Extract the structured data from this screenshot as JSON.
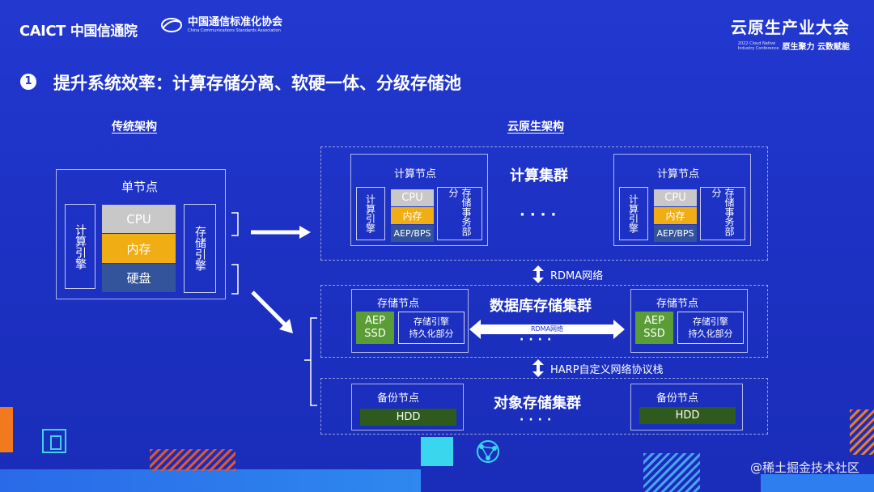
{
  "header": {
    "caict_logo": "CAICT",
    "caict_name": "中国信通院",
    "ccsa_name": "中国通信标准化协会",
    "ccsa_english": "China Communications Standards Association",
    "conf_title": "云原生产业大会",
    "conf_english_line1": "2022 Cloud Native",
    "conf_english_line2": "Industry Conference",
    "conf_slogan": "原生聚力 云数赋能"
  },
  "slide": {
    "number": "1",
    "title": "提升系统效率：计算存储分离、软硬一体、分级存储池"
  },
  "traditional": {
    "heading": "传统架构",
    "node_label": "单节点",
    "compute_engine": "计算引擎",
    "cpu": "CPU",
    "memory": "内存",
    "disk": "硬盘",
    "storage_engine": "存储引擎"
  },
  "cloud": {
    "heading": "云原生架构",
    "compute_cluster": {
      "title": "计算集群",
      "node_label": "计算节点",
      "engine": "计算引擎",
      "cpu": "CPU",
      "memory": "内存",
      "aep": "AEP/BPS",
      "tx": "存储事务部分",
      "dots": "····"
    },
    "net1": "RDMA网络",
    "db_cluster": {
      "title": "数据库存储集群",
      "node_label": "存储节点",
      "aep": "AEP",
      "ssd": "SSD",
      "engine_line1": "存储引擎",
      "engine_line2": "持久化部分",
      "rdma": "RDMA网络",
      "dots": "····"
    },
    "net2": "HARP自定义网络协议栈",
    "object_cluster": {
      "title": "对象存储集群",
      "node_label": "备份节点",
      "hdd": "HDD",
      "dots": "····"
    }
  },
  "watermark": "@稀土掘金技术社区",
  "colors": {
    "background": "#1f33c8",
    "gray": "#c8c8c8",
    "yellow": "#f1ad14",
    "navy": "#33549b",
    "green": "#5a9d37",
    "dark_green": "#2f5a1e"
  }
}
